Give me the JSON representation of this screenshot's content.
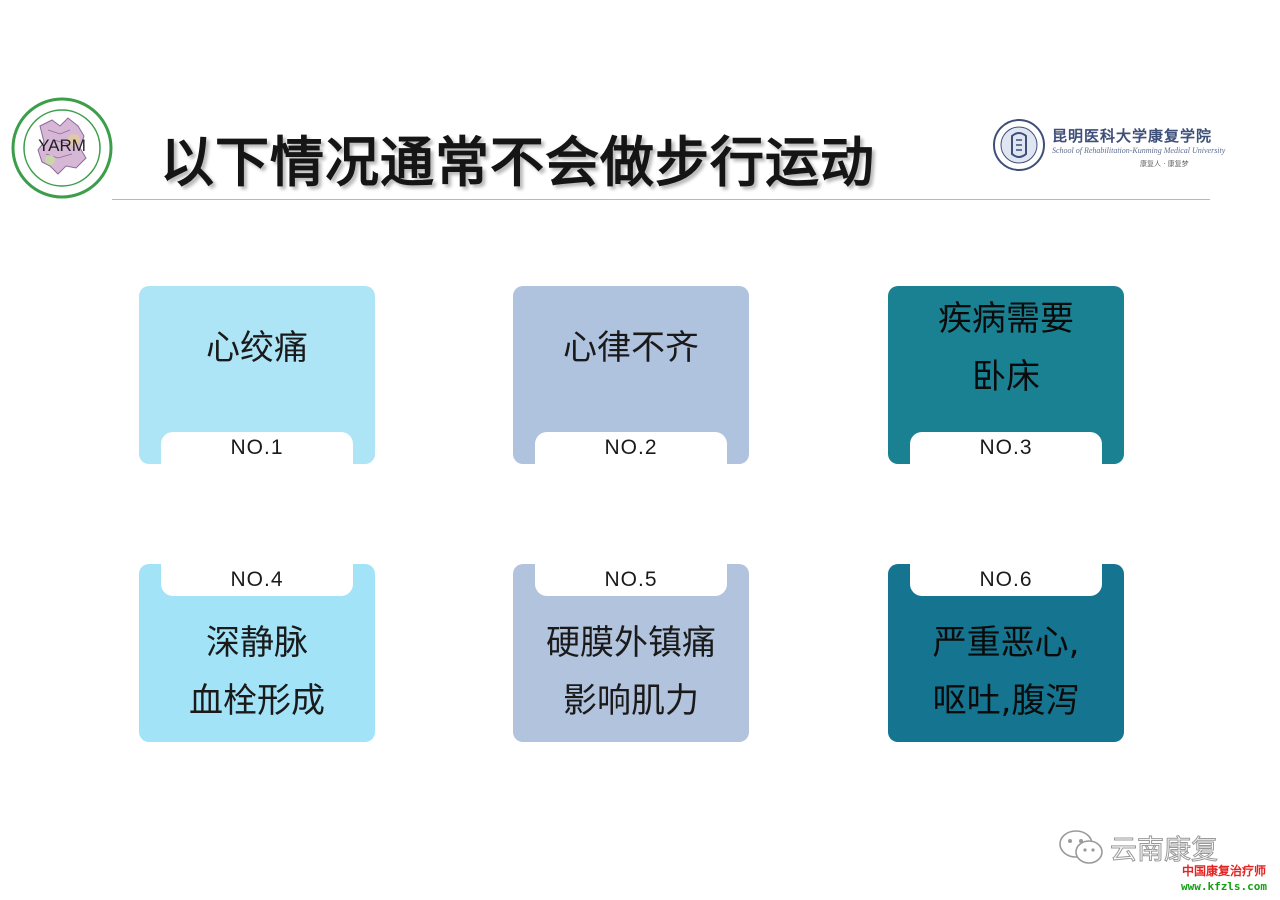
{
  "header": {
    "title": "以下情况通常不会做步行运动",
    "left_logo": {
      "name": "YARM",
      "icon": "yarm-logo-icon"
    },
    "right_logo": {
      "name": "昆明医科大学康复学院",
      "subtitle": "School of Rehabilitation-Kunming Medical University",
      "motto": "康复人 · 康复梦",
      "icon": "university-seal-icon"
    }
  },
  "cards": [
    {
      "text": "心绞痛",
      "number": "NO.1",
      "color": "#aee5f6"
    },
    {
      "text": "心律不齐",
      "number": "NO.2",
      "color": "#afc2de"
    },
    {
      "text": "疾病需要\n卧床",
      "number": "NO.3",
      "color": "#1a8193"
    },
    {
      "text": "深静脉\n血栓形成",
      "number": "NO.4",
      "color": "#a2e3f8"
    },
    {
      "text": "硬膜外镇痛\n影响肌力",
      "number": "NO.5",
      "color": "#b2c3de"
    },
    {
      "text": "严重恶心,\n呕吐,腹泻",
      "number": "NO.6",
      "color": "#157490"
    }
  ],
  "footer": {
    "wechat": {
      "text": "云南康复",
      "icon": "wechat-icon"
    },
    "site_name": "中国康复治疗师",
    "site_url": "www.kfzls.com"
  }
}
